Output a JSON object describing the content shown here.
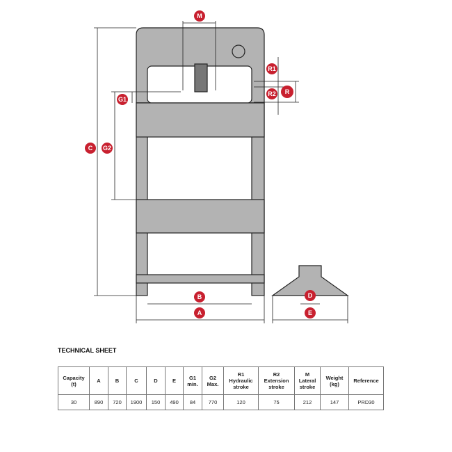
{
  "diagram": {
    "labels": {
      "M": "M",
      "R1": "R1",
      "R": "R",
      "R2": "R2",
      "G1": "G1",
      "G2": "G2",
      "C": "C",
      "B": "B",
      "A": "A",
      "D": "D",
      "E": "E"
    },
    "colors": {
      "frame": "#b3b3b3",
      "badge": "#c8202f",
      "line": "#222222"
    }
  },
  "sheet": {
    "title": "TECHNICAL SHEET",
    "headers": [
      [
        "Capacity",
        "(t)"
      ],
      [
        "A"
      ],
      [
        "B"
      ],
      [
        "C"
      ],
      [
        "D"
      ],
      [
        "E"
      ],
      [
        "G1",
        "min."
      ],
      [
        "G2",
        "Max."
      ],
      [
        "R1",
        "Hydraulic",
        "stroke"
      ],
      [
        "R2",
        "Extension",
        "stroke"
      ],
      [
        "M",
        "Lateral",
        "stroke"
      ],
      [
        "Weight",
        "(kg)"
      ],
      [
        "Reference"
      ]
    ],
    "values": [
      "30",
      "890",
      "720",
      "1900",
      "150",
      "490",
      "84",
      "770",
      "120",
      "75",
      "212",
      "147",
      "PRD30"
    ]
  }
}
